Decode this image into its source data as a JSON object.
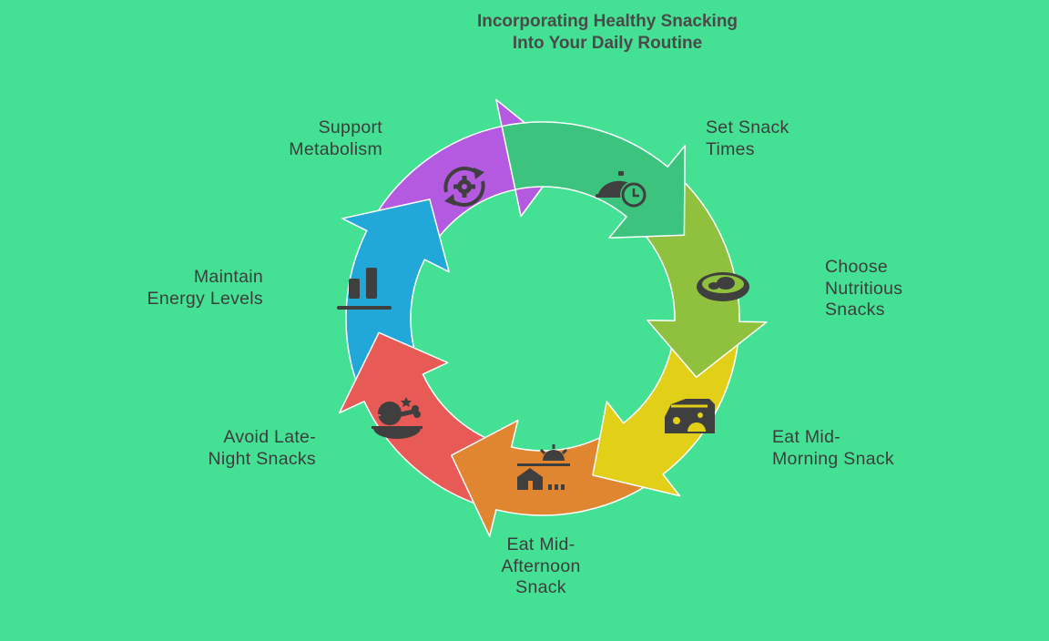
{
  "title": {
    "line1": "Incorporating Healthy Snacking",
    "line2": "Into Your Daily Routine"
  },
  "steps": [
    {
      "name": "set-snack-times",
      "lines": [
        "Set Snack",
        "Times"
      ],
      "color": "#3cc47e",
      "icon": "cloche-clock-icon"
    },
    {
      "name": "choose-nutritious-snacks",
      "lines": [
        "Choose",
        "Nutritious",
        "Snacks"
      ],
      "color": "#8fc13e",
      "icon": "snack-bowl-icon"
    },
    {
      "name": "eat-mid-morning-snack",
      "lines": [
        "Eat Mid-",
        "Morning Snack"
      ],
      "color": "#e2cf18",
      "icon": "cheese-icon"
    },
    {
      "name": "eat-mid-afternoon-snack",
      "lines": [
        "Eat Mid-",
        "Afternoon",
        "Snack"
      ],
      "color": "#e08530",
      "icon": "afternoon-sun-icon"
    },
    {
      "name": "avoid-late-night-snacks",
      "lines": [
        "Avoid Late-",
        "Night Snacks"
      ],
      "color": "#e85a55",
      "icon": "chicken-leg-icon"
    },
    {
      "name": "maintain-energy-levels",
      "lines": [
        "Maintain",
        "Energy Levels"
      ],
      "color": "#21a8d9",
      "icon": "bar-chart-icon"
    },
    {
      "name": "support-metabolism",
      "lines": [
        "Support",
        "Metabolism"
      ],
      "color": "#b45ae0",
      "icon": "gear-cycle-icon"
    }
  ]
}
